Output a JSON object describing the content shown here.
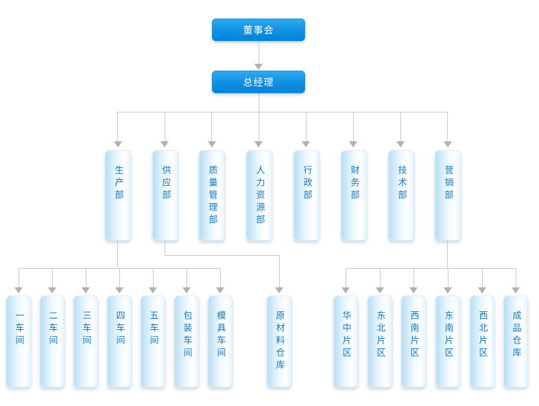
{
  "colors": {
    "primary_box_top": "#2ea8f1",
    "primary_box_bottom": "#0181d6",
    "light_box_edge": "#b7ddf4",
    "node_text_blue": "#1377c8",
    "node_text_white": "#ffffff",
    "connector_line": "#c9c9c9",
    "arrow": "#b2b2b2"
  },
  "org": {
    "root": {
      "label": "董事会"
    },
    "executive": {
      "label": "总经理"
    },
    "departments": [
      {
        "label": "生产部"
      },
      {
        "label": "供应部"
      },
      {
        "label": "质量管理部"
      },
      {
        "label": "人力资源部"
      },
      {
        "label": "行政部"
      },
      {
        "label": "财务部"
      },
      {
        "label": "技术部"
      },
      {
        "label": "营销部"
      }
    ],
    "production_units": [
      {
        "label": "一车间"
      },
      {
        "label": "二车间"
      },
      {
        "label": "三车间"
      },
      {
        "label": "四车间"
      },
      {
        "label": "五车间"
      },
      {
        "label": "包装车间"
      },
      {
        "label": "模具车间"
      }
    ],
    "supply_units": [
      {
        "label": "原材料仓库"
      }
    ],
    "marketing_units": [
      {
        "label": "华中片区"
      },
      {
        "label": "东北片区"
      },
      {
        "label": "西南片区"
      },
      {
        "label": "东南片区"
      },
      {
        "label": "西北片区"
      },
      {
        "label": "成品仓库"
      }
    ]
  }
}
